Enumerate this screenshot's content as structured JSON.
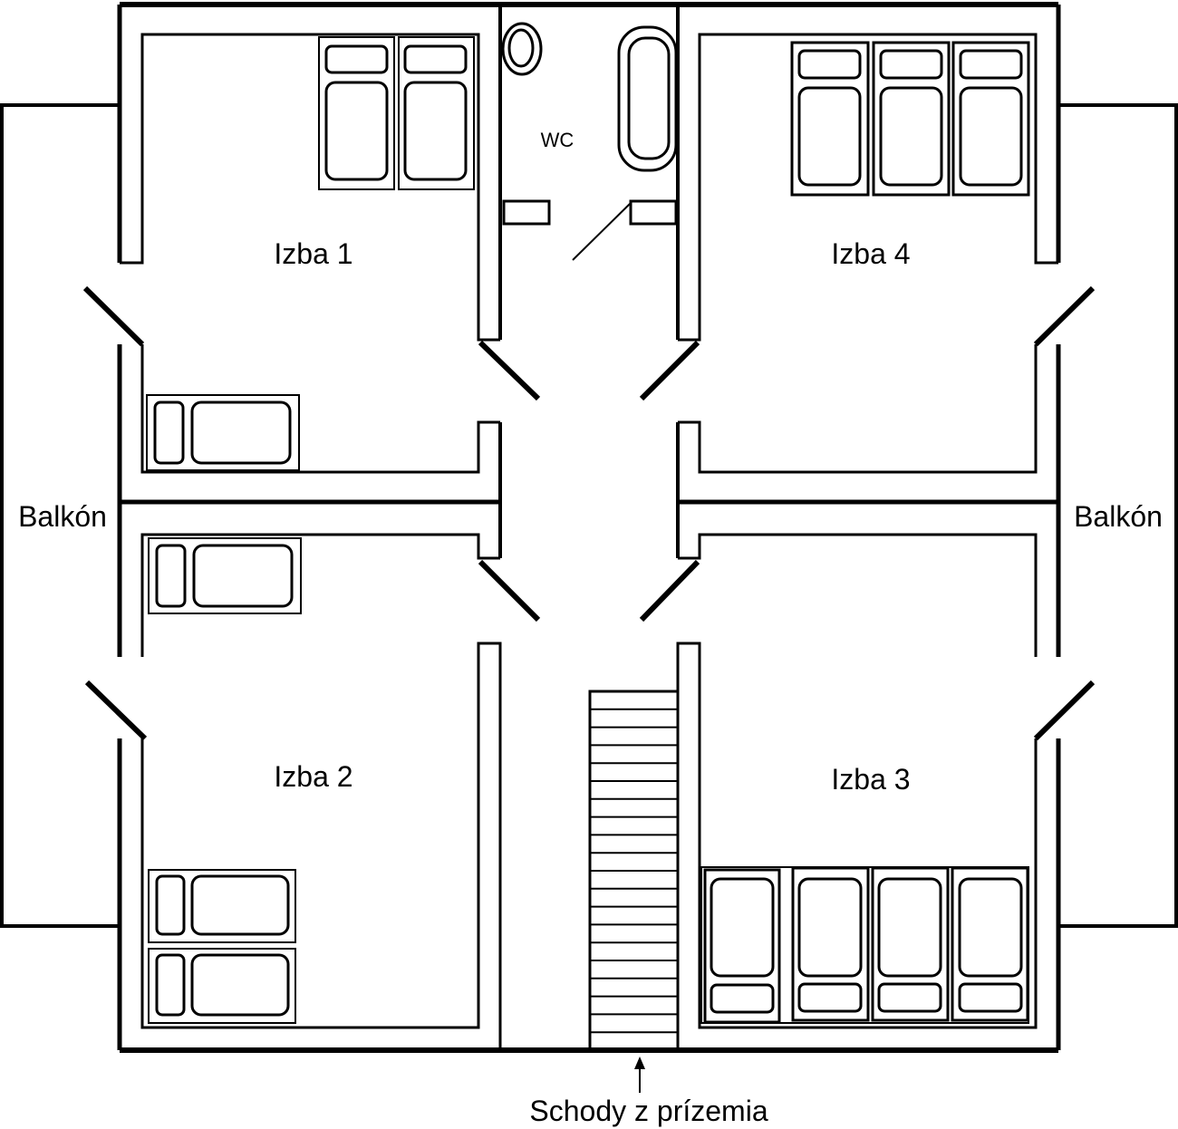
{
  "plan": {
    "rooms": [
      {
        "id": "izba-1",
        "label": "Izba 1",
        "beds": 3
      },
      {
        "id": "izba-2",
        "label": "Izba 2",
        "beds": 3
      },
      {
        "id": "izba-3",
        "label": "Izba 3",
        "beds": 4
      },
      {
        "id": "izba-4",
        "label": "Izba 4",
        "beds": 3
      }
    ],
    "wc_label": "WC",
    "balcony_left_label": "Balkón",
    "balcony_right_label": "Balkón",
    "stairs_label": "Schody z prízemia",
    "stair_steps": 19
  }
}
